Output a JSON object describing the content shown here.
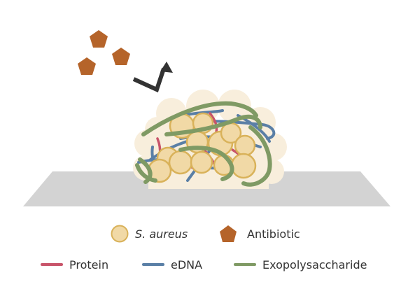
{
  "colors": {
    "bacteria_fill": "#f1d9a6",
    "bacteria_stroke": "#d9b25a",
    "antibiotic": "#b5642a",
    "matrix": "#f8eedc",
    "surface": "#d3d3d3",
    "protein": "#c8546a",
    "edna": "#5a7fa6",
    "eps": "#7f9a64",
    "arrow": "#333333"
  },
  "icons": {
    "antibiotic": "pentagon",
    "arrow": "deflect-arrow"
  },
  "legend": {
    "s_aureus": "S. aureus",
    "antibiotic": "Antibiotic",
    "protein": "Protein",
    "edna": "eDNA",
    "exopolysaccharide": "Exopolysaccharide"
  }
}
